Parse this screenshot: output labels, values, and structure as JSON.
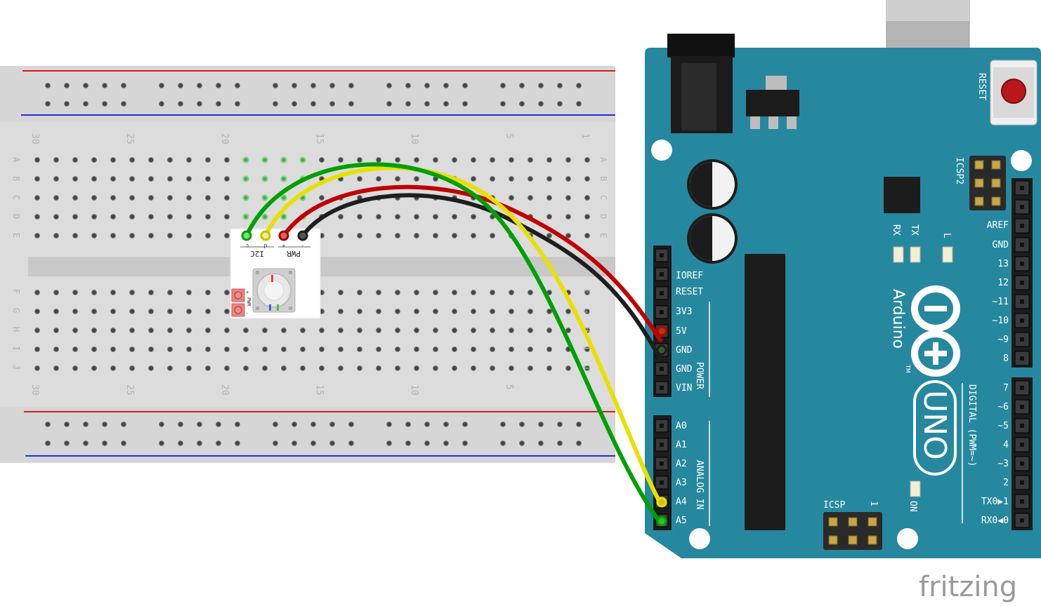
{
  "breadboard": {
    "column_numbers_top": [
      "30",
      "25",
      "20",
      "15",
      "10",
      "5",
      "1"
    ],
    "column_numbers_bottom": [
      "30",
      "25",
      "20",
      "15",
      "10",
      "5"
    ],
    "row_letters_top": [
      "A",
      "B",
      "C",
      "D",
      "E"
    ],
    "row_letters_bottom": [
      "F",
      "G",
      "H",
      "I",
      "J"
    ]
  },
  "sensor_module": {
    "pin_labels": [
      "c",
      "d",
      "+",
      "-"
    ],
    "group_labels": [
      "I2C",
      "PWR"
    ],
    "side_label": "PWR",
    "side_pins": [
      "+",
      "-"
    ]
  },
  "arduino": {
    "brand": "Arduino",
    "trademark": "TM",
    "model": "UNO",
    "reset_label": "RESET",
    "icsp2_label": "ICSP2",
    "icsp_label": "ICSP",
    "icsp_pin1": "1",
    "led_labels": [
      "RX",
      "TX",
      "L"
    ],
    "on_label": "ON",
    "power_header": [
      "IOREF",
      "RESET",
      "3V3",
      "5V",
      "GND",
      "GND",
      "VIN"
    ],
    "power_group": "POWER",
    "analog_header": [
      "A0",
      "A1",
      "A2",
      "A3",
      "A4",
      "A5"
    ],
    "analog_group": "ANALOG IN",
    "digital_top": [
      "AREF",
      "GND",
      "13",
      "12",
      "~11",
      "~10",
      "~9",
      "8"
    ],
    "digital_bottom": [
      "7",
      "~6",
      "~5",
      "4",
      "~3",
      "2",
      "TX0▶1",
      "RX0◀0"
    ],
    "digital_group": "DIGITAL (PWM=~)"
  },
  "wires": [
    {
      "name": "green-wire",
      "color": "#00a000",
      "from": "sensor c",
      "to": "A5"
    },
    {
      "name": "yellow-wire",
      "color": "#e8e000",
      "from": "sensor d",
      "to": "A4"
    },
    {
      "name": "red-wire",
      "color": "#c00000",
      "from": "sensor +",
      "to": "5V"
    },
    {
      "name": "black-wire",
      "color": "#1e1e1e",
      "from": "sensor -",
      "to": "GND"
    }
  ],
  "colors": {
    "board_teal": "#26889f",
    "board_dark": "#1d6f82",
    "breadboard": "#dcdcdc",
    "rail_red": "#d81a1a",
    "rail_blue": "#2a2ad6"
  },
  "watermark": "fritzing"
}
